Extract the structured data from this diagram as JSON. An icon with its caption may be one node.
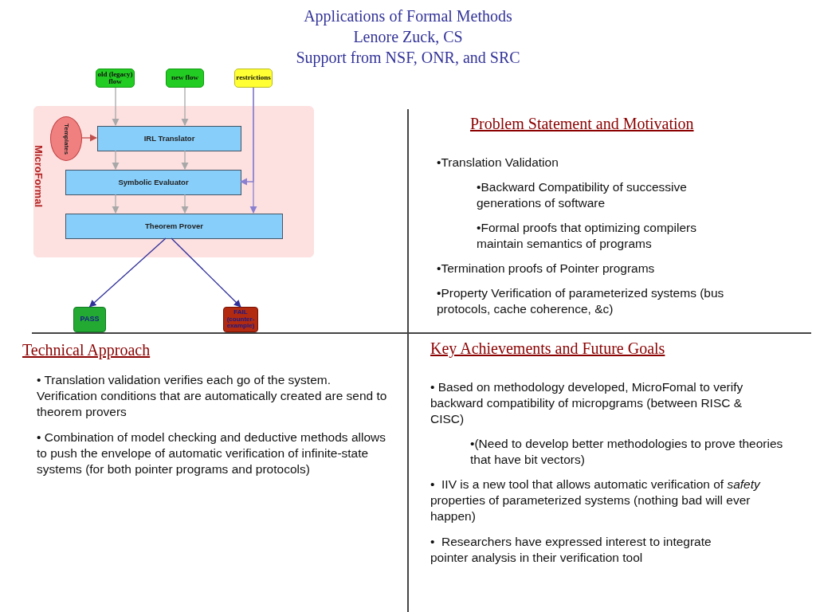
{
  "diagram": {
    "title": "Applications of Formal Methods",
    "nodes": [
      {
        "text": [
          "old (legacy) flow"
        ]
      },
      {
        "text": [
          "new flow"
        ]
      },
      {
        "text": [
          "restrictions"
        ]
      },
      {
        "text": [
          "MicroFormal"
        ]
      },
      {
        "text": [
          "Templates"
        ],
        "in": 3
      },
      {
        "text": [
          "IRL Translator"
        ],
        "in": 3
      },
      {
        "text": [
          "Symbolic Evaluator"
        ],
        "in": 3
      },
      {
        "text": [
          "Theorem Prover"
        ],
        "in": 3
      },
      {
        "text": [
          "PASS"
        ]
      },
      {
        "text": [
          "FAIL",
          "(counter-example)"
        ]
      }
    ],
    "edges": [
      {
        "from": 0,
        "to": 5,
        "arrow": "to"
      },
      {
        "from": 1,
        "to": 5,
        "arrow": "to"
      },
      {
        "from": 5,
        "to": 6,
        "arrow": "to"
      },
      {
        "from": 5,
        "to": 6,
        "arrow": "to"
      },
      {
        "from": 6,
        "to": 7,
        "arrow": "to"
      },
      {
        "from": 6,
        "to": 7,
        "arrow": "to"
      },
      {
        "from": 2,
        "to": 6,
        "arrow": "to",
        "color": "#8a80d0"
      },
      {
        "from": 2,
        "to": 7,
        "arrow": "to",
        "color": "#8a80d0"
      },
      {
        "from": 4,
        "to": 5,
        "arrow": "to",
        "color": "#c0504d"
      },
      {
        "from": 7,
        "to": 8,
        "arrow": "to",
        "color": "#30309a"
      },
      {
        "from": 7,
        "to": 9,
        "arrow": "to",
        "color": "#30309a"
      }
    ],
    "labels": [
      "Lenore Zuck, CS",
      "Support from NSF, ONR, and SRC",
      "Problem Statement and Motivation",
      "•Translation Validation",
      "•Backward Compatibility of successive generations of software",
      "•Formal proofs that optimizing compilers maintain semantics of programs",
      "•Termination proofs of Pointer programs",
      "•Property Verification of parameterized systems (bus protocols, cache coherence, &c)",
      "Technical Approach",
      "• Translation validation verifies each go of the system. Verification conditions that are automatically created are send to theorem provers",
      "• Combination of model checking and deductive methods allows to push the envelope of automatic verification of infinite-state systems (for both pointer programs and protocols)",
      "Key Achievements and Future Goals",
      "• Based on methodology developed, MicroFomal to verify backward compatibility of micropgrams (between RISC & CISC)",
      "•(Need to develop better methodologies to prove theories that have bit vectors)",
      "•  IIV is a new tool that allows automatic verification of *safety* properties of parameterized systems (nothing bad will ever happen)",
      "•  Researchers have expressed interest to integrate pointer analysis in their verification tool"
    ]
  }
}
